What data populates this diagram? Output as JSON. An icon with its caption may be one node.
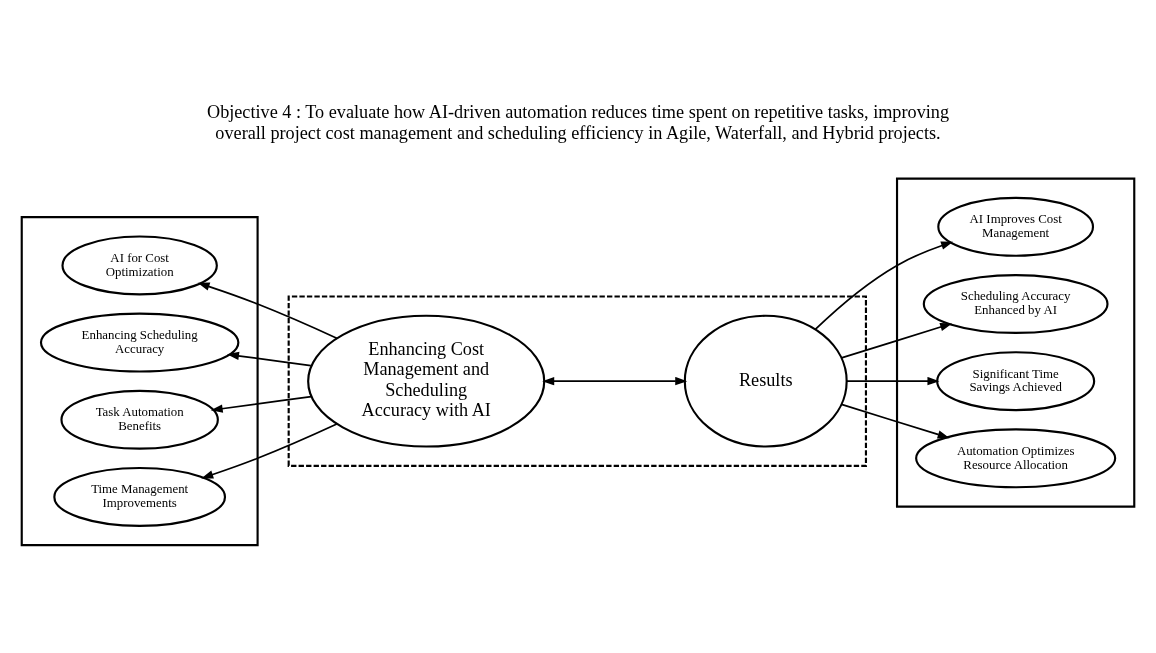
{
  "diagram": {
    "title": "Objective 4 : To evaluate how AI-driven automation reduces time spent on repetitive tasks, improving overall project cost management and scheduling efficiency in Agile, Waterfall, and Hybrid projects.",
    "nodes": [
      {
        "text": [],
        "shape": "box"
      },
      {
        "text": [
          "AI for Cost Optimization"
        ],
        "in": 0
      },
      {
        "text": [
          "Enhancing Scheduling Accuracy"
        ],
        "in": 0
      },
      {
        "text": [
          "Task Automation Benefits"
        ],
        "in": 0
      },
      {
        "text": [
          "Time Management Improvements"
        ],
        "in": 0
      },
      {
        "text": [],
        "shape": "box"
      },
      {
        "text": [
          "Enhancing Cost Management and Scheduling Accuracy with AI"
        ],
        "in": 5
      },
      {
        "text": [
          "Results"
        ],
        "in": 5
      },
      {
        "text": [],
        "shape": "box"
      },
      {
        "text": [
          "AI Improves Cost Management"
        ],
        "in": 8
      },
      {
        "text": [
          "Scheduling Accuracy Enhanced by AI"
        ],
        "in": 8
      },
      {
        "text": [
          "Significant Time Savings Achieved"
        ],
        "in": 8
      },
      {
        "text": [
          "Automation Optimizes Resource Allocation"
        ],
        "in": 8
      }
    ],
    "edges": [
      {
        "from": 6,
        "to": 1,
        "arrow": "to"
      },
      {
        "from": 6,
        "to": 2,
        "arrow": "to"
      },
      {
        "from": 6,
        "to": 3,
        "arrow": "to"
      },
      {
        "from": 6,
        "to": 4,
        "arrow": "to"
      },
      {
        "from": 6,
        "to": 7,
        "arrow": "both"
      },
      {
        "from": 7,
        "to": 9,
        "arrow": "to"
      },
      {
        "from": 7,
        "to": 10,
        "arrow": "to"
      },
      {
        "from": 7,
        "to": 11,
        "arrow": "to"
      },
      {
        "from": 7,
        "to": 12,
        "arrow": "to"
      }
    ]
  }
}
